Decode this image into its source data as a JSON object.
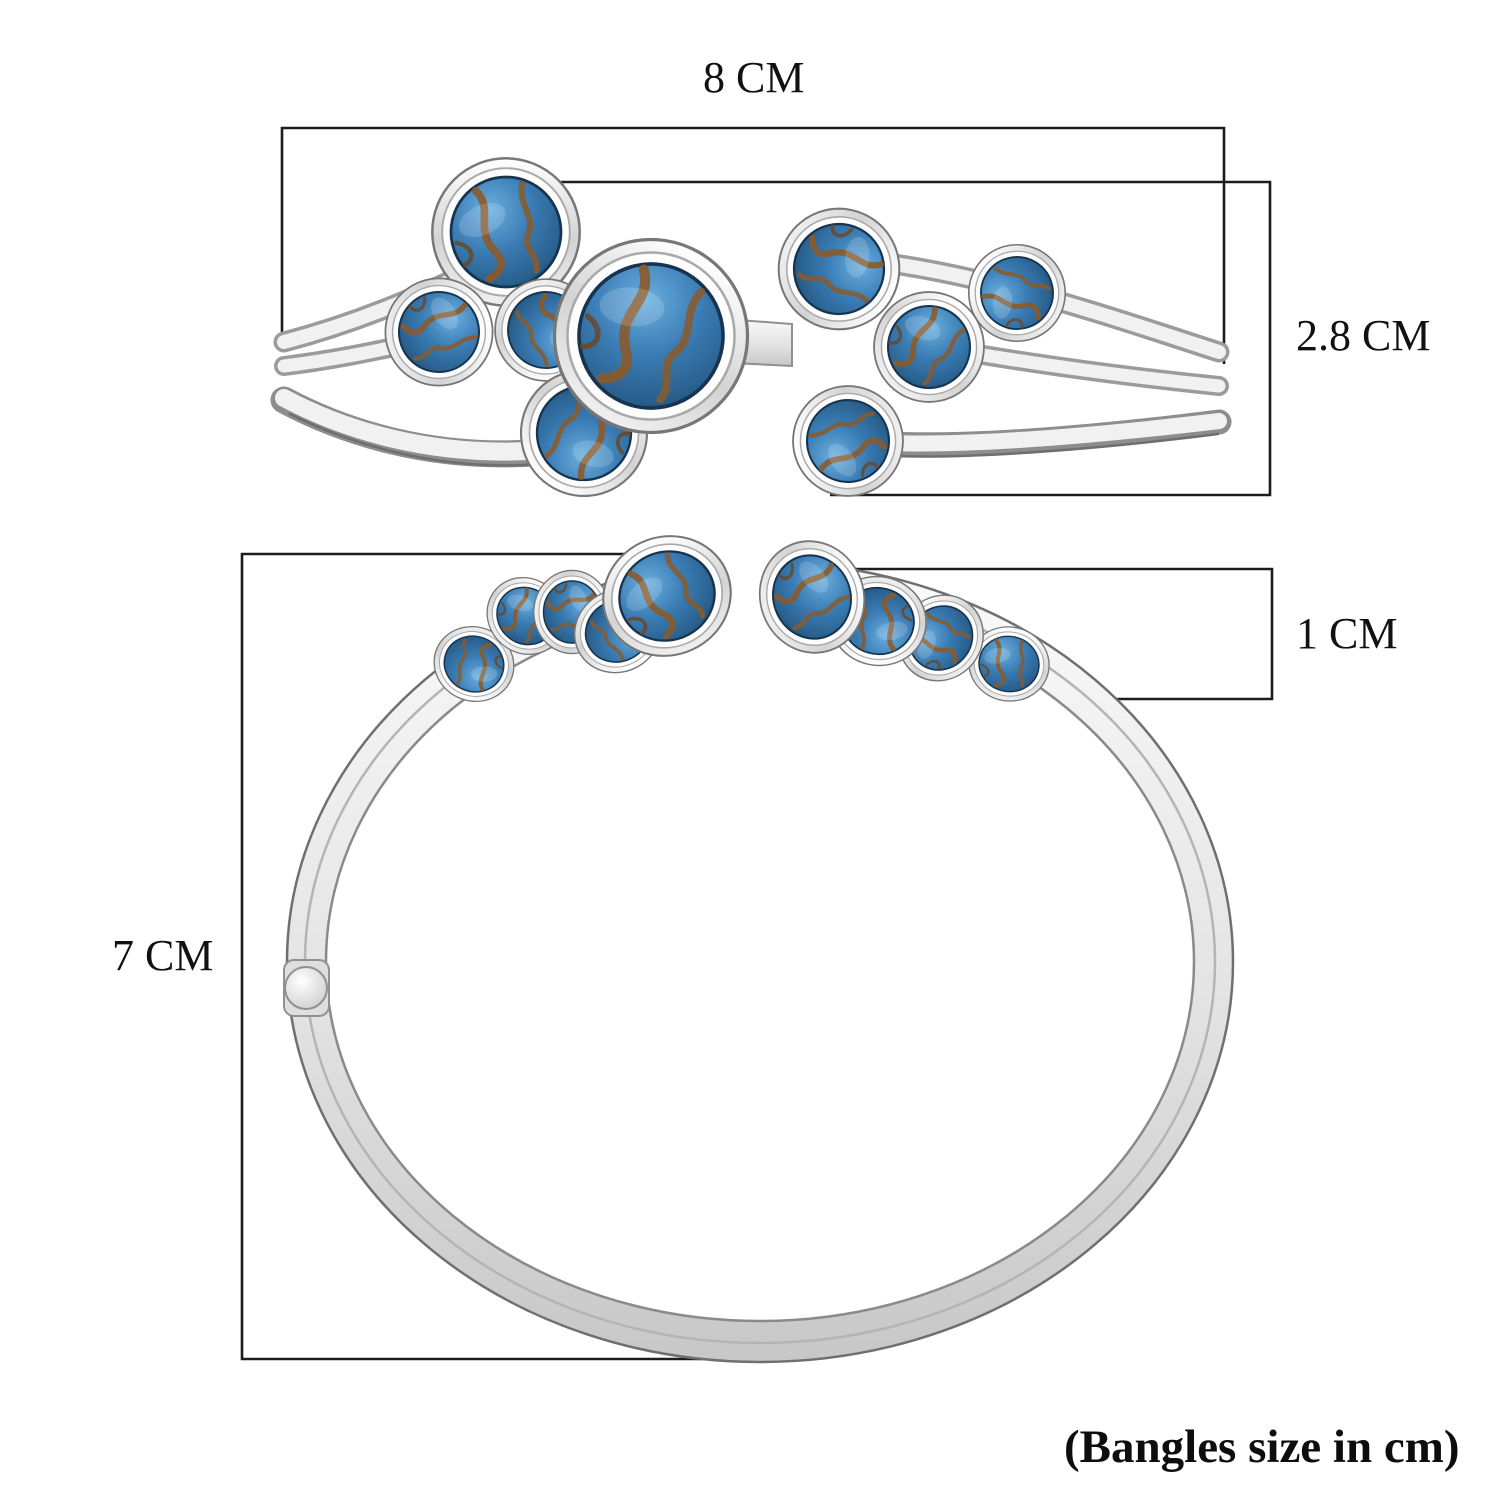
{
  "diagram": {
    "subject": "open-cuff-bangle-with-turquoise-stones",
    "caption": "(Bangles size in cm)",
    "labels": {
      "width": "8 CM",
      "front_height": "2.8 CM",
      "stone_section": "1 CM",
      "bangle_height": "7 CM"
    },
    "measurements": [
      {
        "name": "cuff-width",
        "value": 8,
        "unit": "cm",
        "label": "8 CM"
      },
      {
        "name": "front-height",
        "value": 2.8,
        "unit": "cm",
        "label": "2.8 CM"
      },
      {
        "name": "stone-band-height",
        "value": 1,
        "unit": "cm",
        "label": "1 CM"
      },
      {
        "name": "bangle-height",
        "value": 7,
        "unit": "cm",
        "label": "7 CM"
      }
    ],
    "views": {
      "front": {
        "stone_count_left": 5,
        "stone_count_right": 4
      },
      "side": {
        "stone_count_left": 5,
        "stone_count_right": 4,
        "has_hinge_pin": true
      }
    },
    "colors": {
      "background": "#ffffff",
      "bracket_line": "#1c1c1c",
      "stone_blue": "#3a7cb4",
      "stone_blue_dark": "#1d4a72",
      "copper_vein": "#8a5a2b",
      "metal_silver_light": "#f4f4f4",
      "metal_silver_mid": "#d9d9d9",
      "metal_silver_dark": "#9b9b9b"
    }
  }
}
